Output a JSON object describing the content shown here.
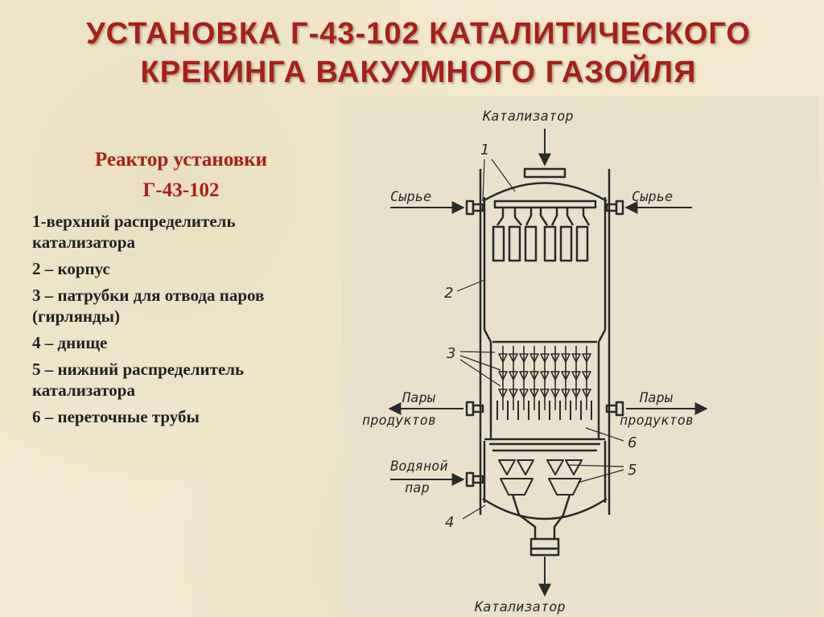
{
  "title": {
    "line1": "УСТАНОВКА Г-43-102 КАТАЛИТИЧЕСКОГО",
    "line2": "КРЕКИНГА ВАКУУМНОГО ГАЗОЙЛЯ"
  },
  "subtitle": {
    "line1": "Реактор установки",
    "line2": "Г-43-102"
  },
  "legend": [
    "1-верхний распределитель катализатора",
    "2 – корпус",
    "3 – патрубки для отвода паров (гирлянды)",
    "4 – днище",
    "5 – нижний распределитель катализатора",
    "6 – переточные трубы"
  ],
  "diagram": {
    "catalyst_top": "Катализатор",
    "catalyst_bottom": "Катализатор",
    "feed_left": "Сырье",
    "feed_right": "Сырье",
    "vapors_left_1": "Пары",
    "vapors_left_2": "продуктов",
    "vapors_right_1": "Пары",
    "vapors_right_2": "продуктов",
    "steam_1": "Водяной",
    "steam_2": "пар",
    "n1": "1",
    "n2": "2",
    "n3": "3",
    "n4": "4",
    "n5": "5",
    "n6": "6"
  }
}
